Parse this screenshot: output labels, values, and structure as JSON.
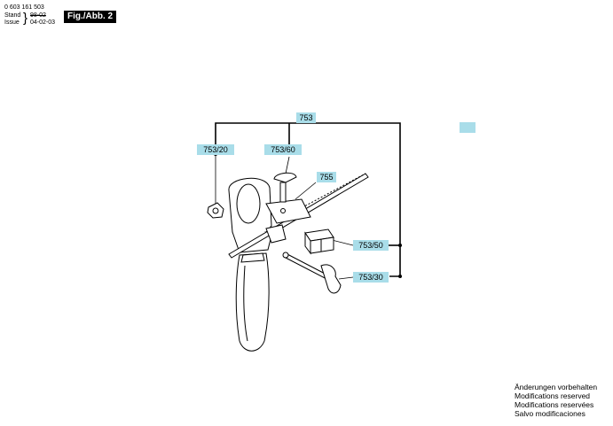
{
  "header": {
    "part_number": "0 603 161 503",
    "stand_label": "Stand",
    "stand_value": "98-02",
    "issue_label": "Issue",
    "issue_value": "04-02-03",
    "figure": "Fig./Abb. 2"
  },
  "callouts": {
    "c753": "753",
    "c753_20": "753/20",
    "c753_60": "753/60",
    "c755": "755",
    "c753_50": "753/50",
    "c753_30": "753/30"
  },
  "notes": [
    "Änderungen vorbehalten",
    "Modifications reserved",
    "Modifications reservées",
    "Salvo modificaciones"
  ],
  "colors": {
    "label_bg": "#a9dde9"
  }
}
